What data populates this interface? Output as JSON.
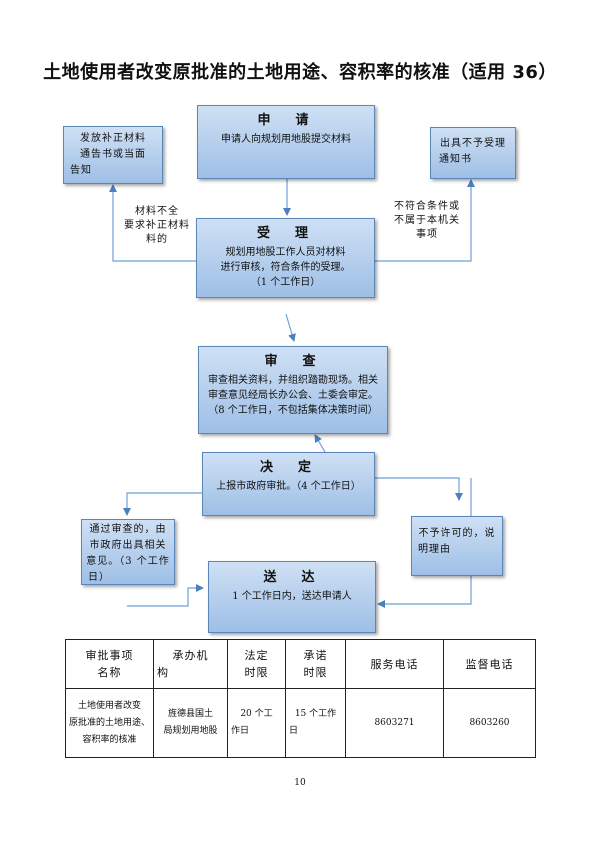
{
  "title": "土地使用者改变原批准的土地用途、容积率的核准（适用 36）",
  "boxes": {
    "apply": {
      "heading": "申　请",
      "lines": [
        "申请人向规划用地股提交材料"
      ]
    },
    "supplement": {
      "lines": [
        "发放补正材料",
        "通告书或当面",
        "告知"
      ]
    },
    "reject_notice": {
      "lines": [
        "出具不予受理",
        "通知书"
      ]
    },
    "accept": {
      "heading": "受　理",
      "lines": [
        "规划用地股工作人员对材料",
        "进行审核，符合条件的受理。",
        "（1 个工作日）"
      ]
    },
    "review": {
      "heading": "审　查",
      "lines": [
        "审查相关资料，并组织踏勘现场。相关",
        "审查意见经局长办公会、土委会审定。",
        "（8 个工作日，不包括集体决策时间）"
      ]
    },
    "decide": {
      "heading": "决　定",
      "lines": [
        "上报市政府审批。（4 个工作日）"
      ]
    },
    "approved": {
      "lines": [
        "通过审查的，由",
        "市政府出具相关",
        "意见。（3 个工作",
        "日）"
      ]
    },
    "denied": {
      "lines": [
        "不予许可的，说",
        "明理由"
      ]
    },
    "deliver": {
      "heading": "送　达",
      "lines": [
        "1 个工作日内，送达申请人"
      ]
    }
  },
  "notes": {
    "incomplete": [
      "材料不全",
      "要求补正材料",
      "料的"
    ],
    "ineligible": [
      "不符合条件或",
      "不属于本机关",
      "事项"
    ]
  },
  "table": {
    "headers": [
      [
        "审批事项",
        "名称"
      ],
      [
        "承办机",
        "构"
      ],
      [
        "法定",
        "时限"
      ],
      [
        "承诺",
        "时限"
      ],
      [
        "服务电话"
      ],
      [
        "监督电话"
      ]
    ],
    "row": [
      [
        "土地使用者改变",
        "原批准的土地用途、",
        "容积率的核准"
      ],
      [
        "旌德县国土",
        "局规划用地股"
      ],
      [
        "20 个工",
        "作日"
      ],
      [
        "15 个工作",
        "日"
      ],
      [
        "8603271"
      ],
      [
        "8603260"
      ]
    ]
  },
  "page_number": "10"
}
